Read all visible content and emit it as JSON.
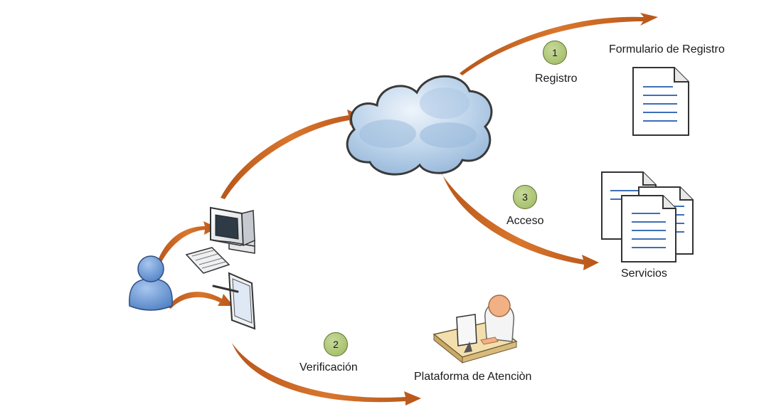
{
  "steps": [
    {
      "number": "1",
      "label": "Registro"
    },
    {
      "number": "2",
      "label": "Verificación"
    },
    {
      "number": "3",
      "label": "Acceso"
    }
  ],
  "nodes": {
    "form": "Formulario de Registro",
    "services": "Servicios",
    "platform": "Plataforma de Atenciòn"
  },
  "icons": [
    "cloud-icon",
    "document-icon",
    "documents-stack-icon",
    "user-icon",
    "desktop-computer-icon",
    "keyboard-icon",
    "tablet-icon",
    "stylus-icon",
    "support-agent-icon"
  ],
  "colors": {
    "arrow": "#c8621e",
    "step_badge": "#a9c26f",
    "cloud": "#8fb2d6",
    "user": "#5f8ed0"
  }
}
